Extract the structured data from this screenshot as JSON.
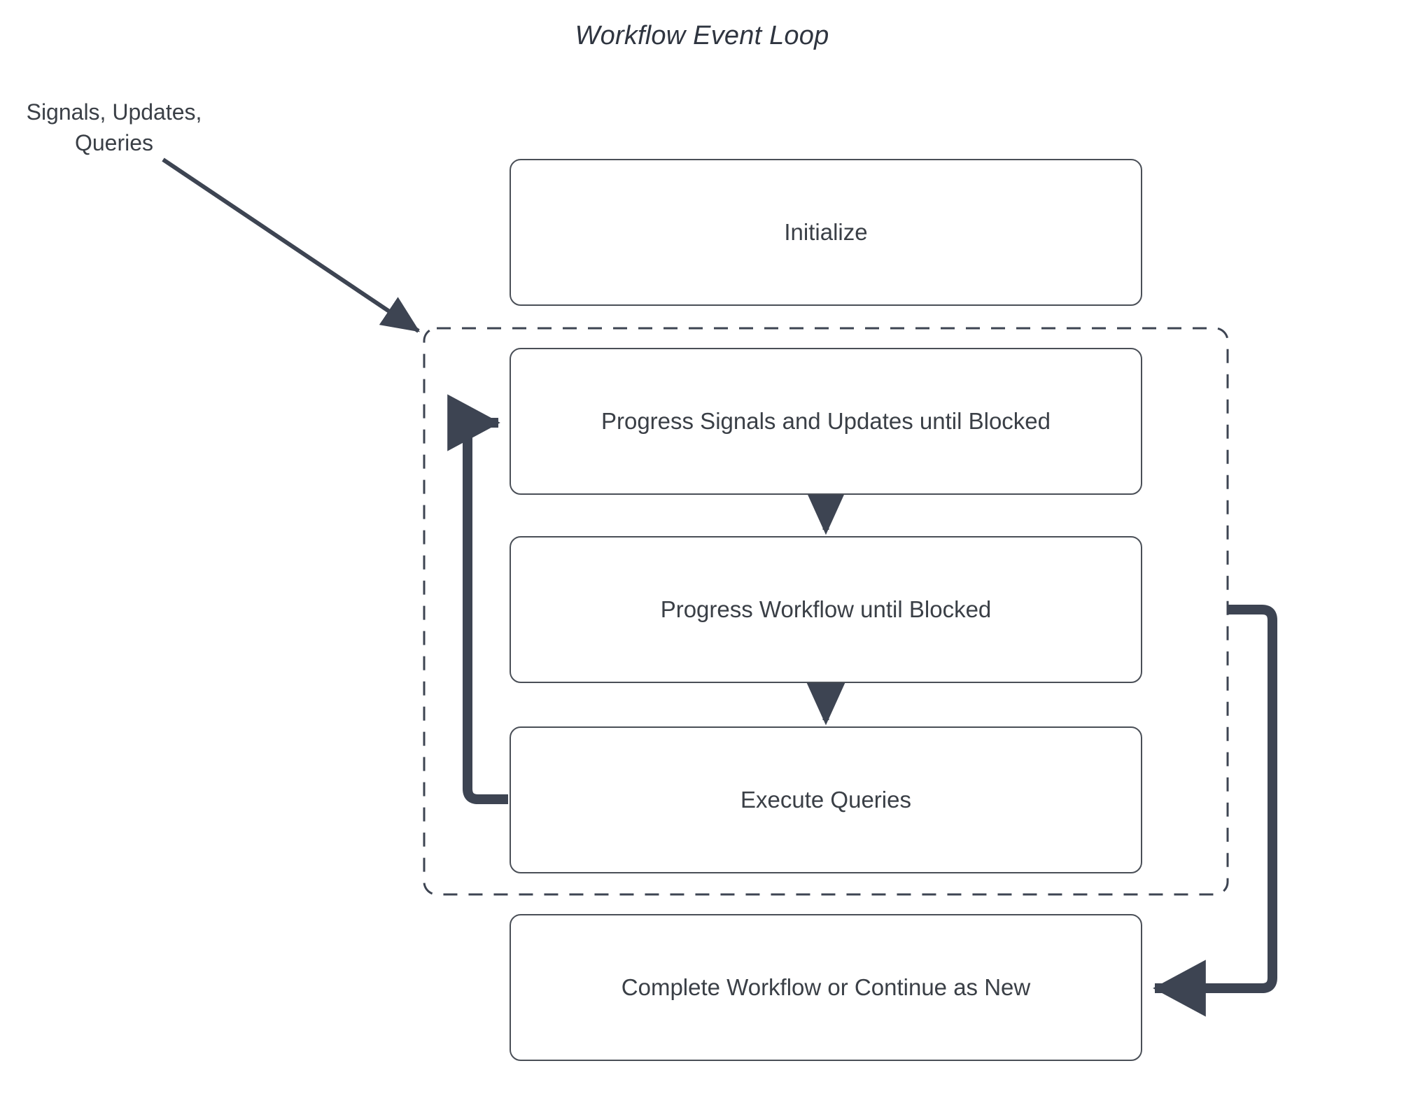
{
  "diagram": {
    "title": "Workflow Event Loop",
    "type": "flowchart",
    "colors": {
      "stroke": "#4a4f57",
      "connector": "#3d4452",
      "text": "#3a3f46",
      "background": "#ffffff"
    },
    "external_input": {
      "label": "Signals, Updates,\nQueries",
      "arrow_target": "event-loop-group"
    },
    "loop_group": {
      "name": "event-loop-group",
      "style": "dashed",
      "label": ""
    },
    "nodes": [
      {
        "id": "initialize",
        "label": "Initialize"
      },
      {
        "id": "progress-signals",
        "label": "Progress Signals and Updates until Blocked"
      },
      {
        "id": "progress-workflow",
        "label": "Progress Workflow until Blocked"
      },
      {
        "id": "execute-queries",
        "label": "Execute Queries"
      },
      {
        "id": "complete",
        "label": "Complete Workflow or Continue as New"
      }
    ],
    "edges": [
      {
        "from": "signals-updates-queries",
        "to": "event-loop-group",
        "style": "solid-arrow"
      },
      {
        "from": "progress-signals",
        "to": "progress-workflow",
        "style": "solid-arrow"
      },
      {
        "from": "progress-workflow",
        "to": "execute-queries",
        "style": "solid-arrow"
      },
      {
        "from": "execute-queries",
        "to": "progress-signals",
        "style": "thick-loop-back"
      },
      {
        "from": "event-loop-group",
        "to": "complete",
        "style": "thick-loop-exit"
      }
    ]
  }
}
